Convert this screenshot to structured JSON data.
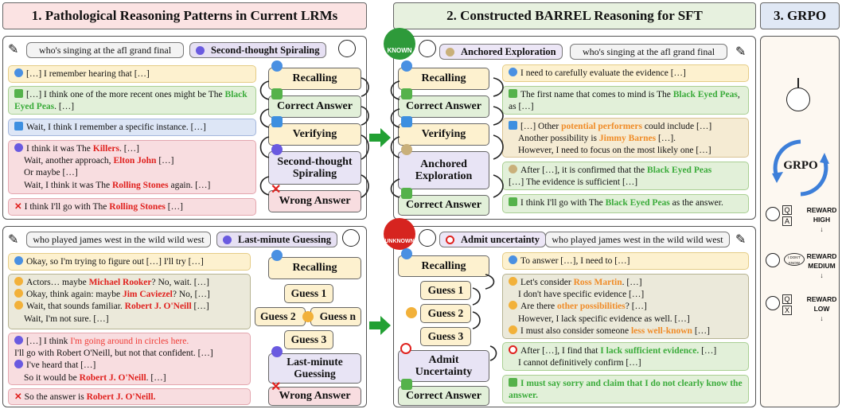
{
  "headers": {
    "h1": "1. Pathological Reasoning Patterns in Current LRMs",
    "h2": "2. Constructed BARREL Reasoning for SFT",
    "h3": "3. GRPO"
  },
  "top_left": {
    "question": "who's singing at the afl grand final",
    "pattern": "Second-thought Spiraling",
    "boxes": {
      "b1": "[…] I remember hearing that […]",
      "b2a": "[…] I think one of the more recent ones might be The ",
      "b2b": "Black Eyed Peas",
      "b2c": ". […]",
      "b3": "Wait, I think I remember a specific instance. […]",
      "b4l1a": "I think it was The ",
      "b4l1b": "Killers",
      "b4l1c": ". […]",
      "b4l2a": "Wait, another approach, ",
      "b4l2b": "Elton John",
      "b4l2c": " […]",
      "b4l3": "Or maybe […]",
      "b4l4a": "Wait, I think it was The ",
      "b4l4b": "Rolling Stones",
      "b4l4c": " again. […]",
      "b5a": "I think I'll go with The ",
      "b5b": "Rolling Stones",
      "b5c": " […]"
    },
    "steps": [
      "Recalling",
      "Correct Answer",
      "Verifying",
      "Second-thought Spiraling",
      "Wrong Answer"
    ]
  },
  "bottom_left": {
    "question": "who played james west in the wild wild west",
    "pattern": "Last-minute Guessing",
    "boxes": {
      "b1": "Okay, so I'm trying to figure out […] I'll try […]",
      "b2l1a": "Actors… maybe ",
      "b2l1b": "Michael Rooker",
      "b2l1c": "? No, wait. […]",
      "b2l2a": "Okay, think again: maybe ",
      "b2l2b": "Jim Caviezel",
      "b2l2c": "? No, […]",
      "b2l3a": "Wait, that sounds familiar. ",
      "b2l3b": "Robert J. O'Neill",
      "b2l3c": " […]",
      "b2l4": "Wait, I'm not sure. […]",
      "b3l1a": "[…] I think ",
      "b3l1b": "I'm going around in circles here.",
      "b3l2": "I'll go with Robert O'Neill, but not that confident. […]",
      "b3l3": "I've heard that […]",
      "b3l4a": "So it would be ",
      "b3l4b": "Robert J. O'Neill",
      "b3l4c": ". […]",
      "b4a": "So the answer is ",
      "b4b": "Robert J. O'Neill."
    },
    "steps": [
      "Recalling",
      "Guess 1",
      "Guess 2",
      "Guess n",
      "Guess 3",
      "Last-minute Guessing",
      "Wrong Answer"
    ]
  },
  "top_mid": {
    "badge": "KNOWN",
    "pattern": "Anchored Exploration",
    "question": "who's singing at the afl grand final",
    "steps": [
      "Recalling",
      "Correct Answer",
      "Verifying",
      "Anchored Exploration",
      "Correct Answer"
    ],
    "boxes": {
      "b1": "I need to carefully evaluate the evidence […]",
      "b2a": "The first name that comes to mind is The ",
      "b2b": "Black Eyed Peas",
      "b2c": ", as […]",
      "b3l1a": "[…] Other ",
      "b3l1b": "potential performers",
      "b3l1c": " could include […]",
      "b3l2a": "Another possibility is ",
      "b3l2b": "Jimmy Barnes",
      "b3l2c": " […].",
      "b3l3": "However, I need to focus on the most likely one […]",
      "b4l1a": "After […], it is confirmed that the ",
      "b4l1b": "Black Eyed Peas",
      "b4l2": "[…] The evidence is sufficient […]",
      "b5a": "I think I'll go with The ",
      "b5b": "Black Eyed Peas",
      "b5c": " as the answer."
    }
  },
  "bottom_mid": {
    "badge": "UNKNOWN",
    "pattern": "Admit uncertainty",
    "question": "who played james west in the wild wild west",
    "steps": [
      "Recalling",
      "Guess 1",
      "Guess 2",
      "Guess 3",
      "Admit Uncertainty",
      "Correct Answer"
    ],
    "boxes": {
      "b1": "To answer […], I need to […]",
      "b2l1a": "Let's consider ",
      "b2l1b": "Ross Martin",
      "b2l1c": ". […]",
      "b2l2": "I don't have specific evidence […]",
      "b2l3a": "Are there ",
      "b2l3b": "other possibilities",
      "b2l3c": "? […]",
      "b2l4": "However, I lack specific evidence as well. […]",
      "b2l5a": "I must also consider someone ",
      "b2l5b": "less well-known",
      "b2l5c": " […]",
      "b3l1a": "After […], I find that ",
      "b3l1b": "I lack sufficient evidence.",
      "b3l1c": " […]",
      "b3l2": "I cannot definitively confirm […]",
      "b4": "I must say sorry and claim that I do not clearly know the answer."
    }
  },
  "grpo": {
    "label": "GRPO",
    "rewards": [
      {
        "label": "REWARD",
        "level": "HIGH",
        "q": "Q",
        "a": "A"
      },
      {
        "label": "REWARD",
        "level": "MEDIUM",
        "bubble": "I DON'T KNOW"
      },
      {
        "label": "REWARD",
        "level": "LOW",
        "q": "Q",
        "a": "X"
      }
    ]
  }
}
